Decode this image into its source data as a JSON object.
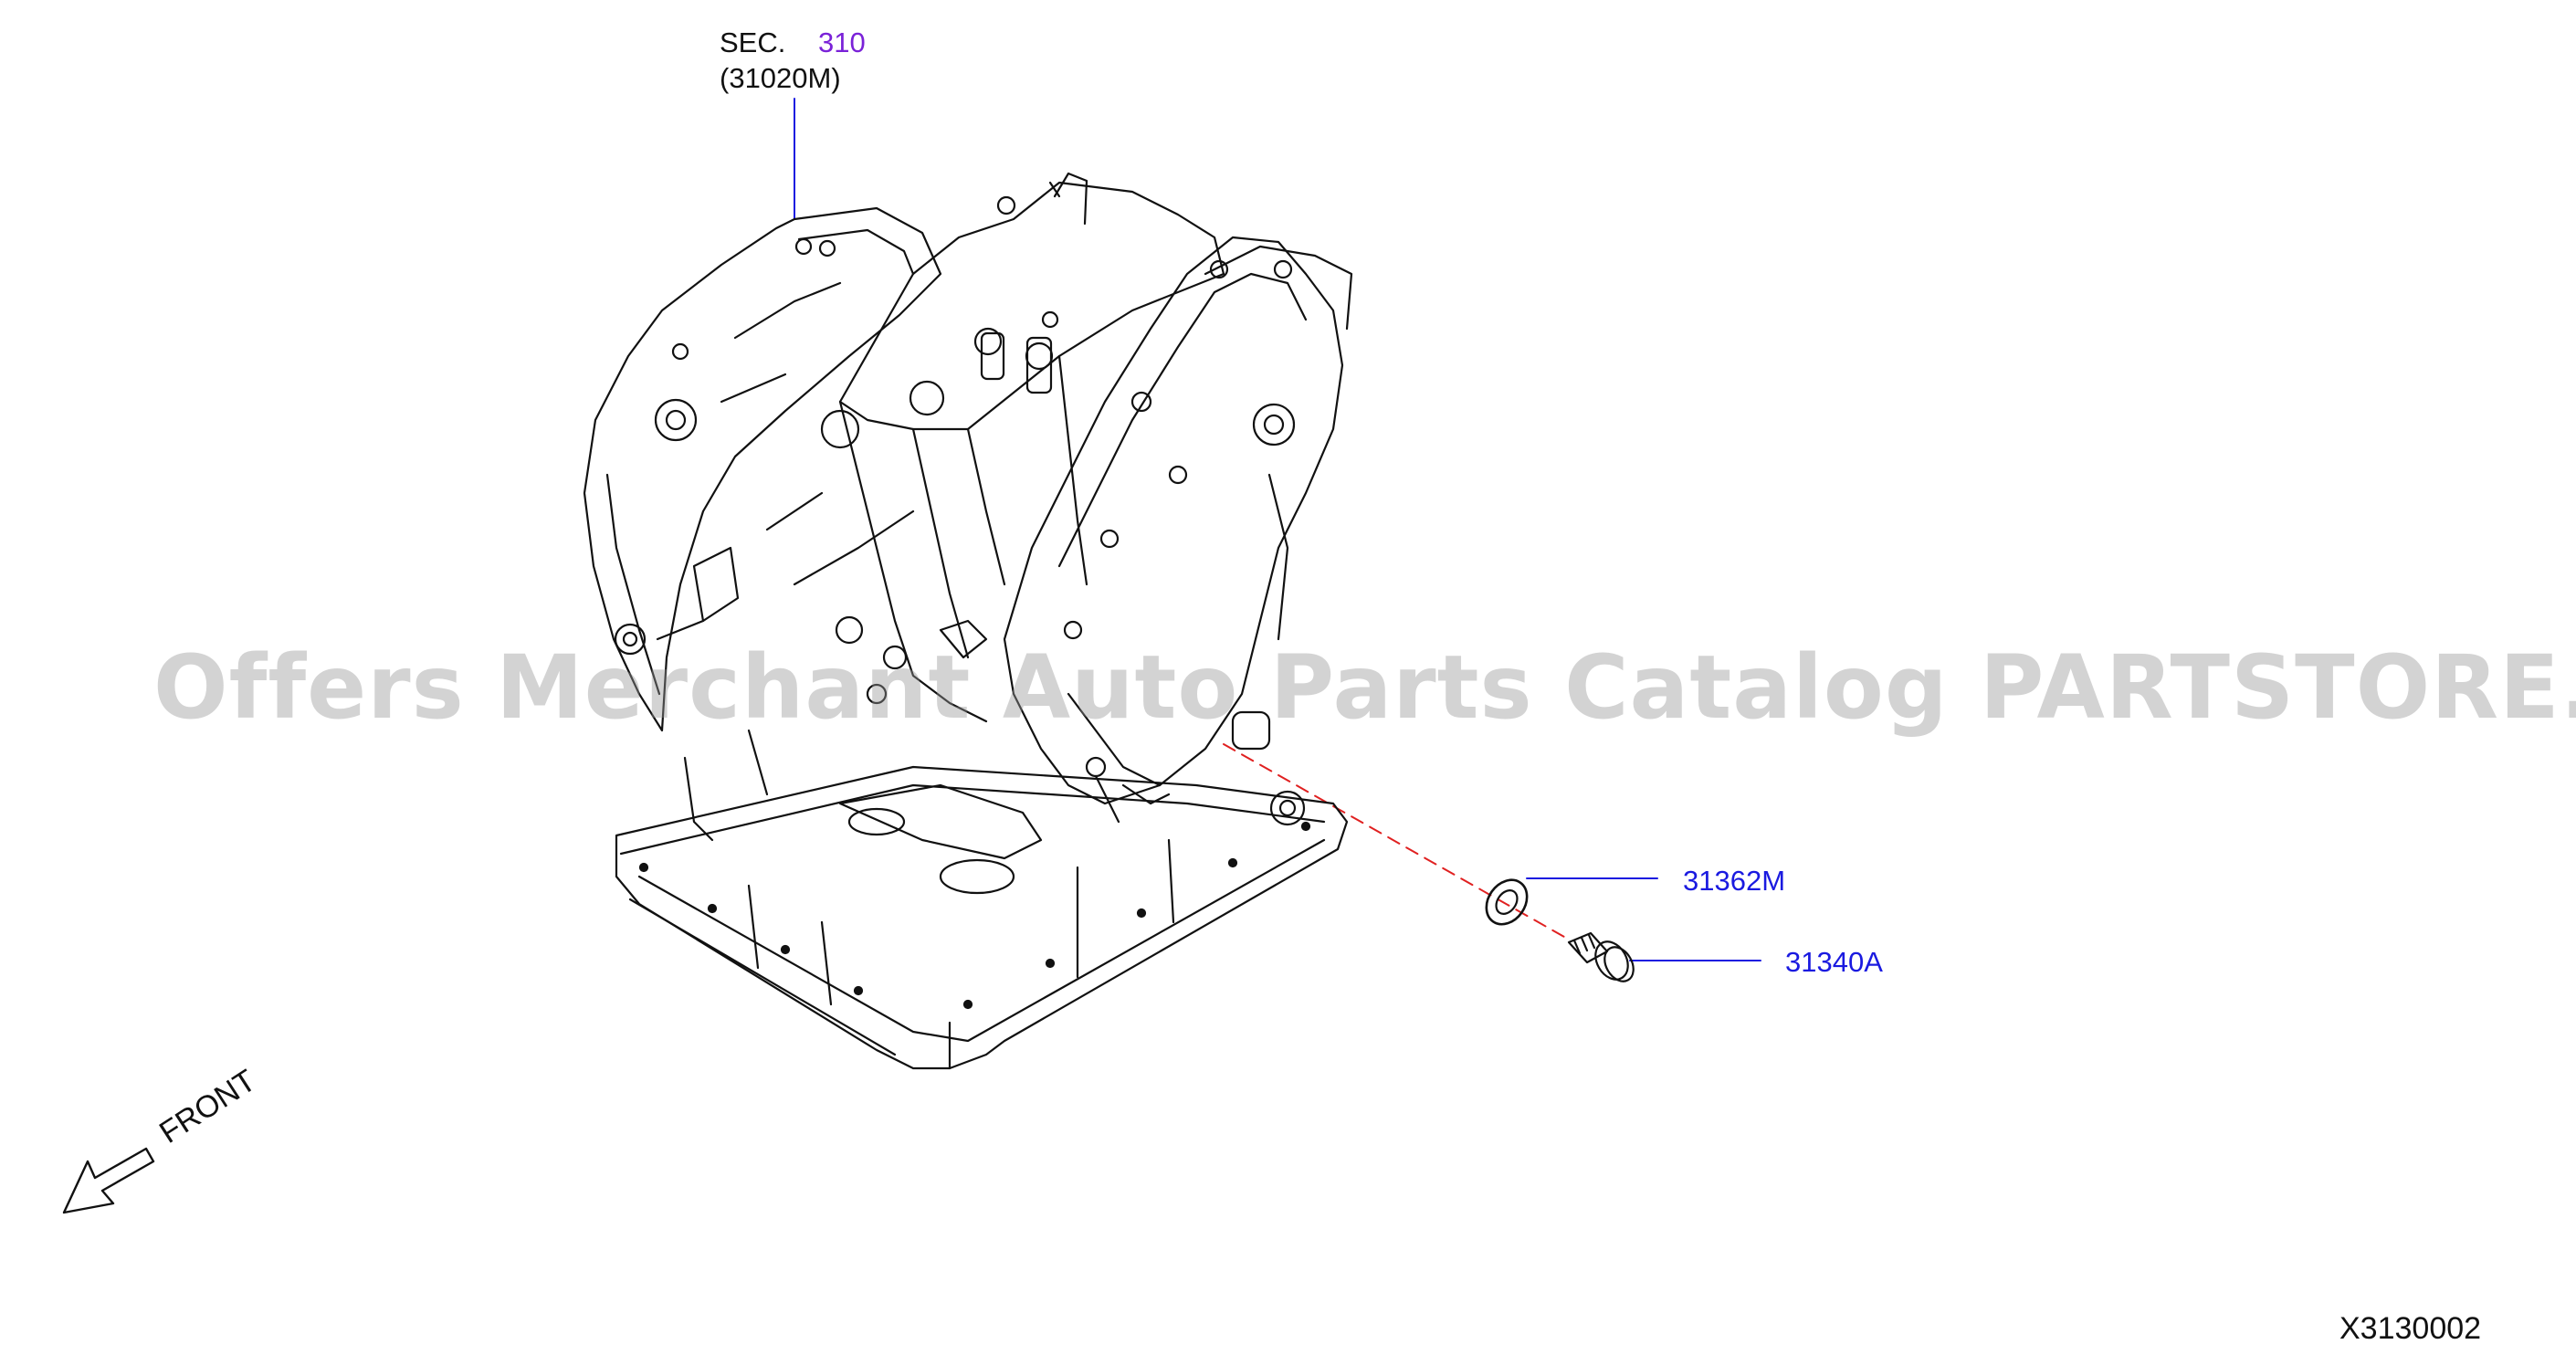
{
  "callouts": {
    "sec_prefix": "SEC.",
    "sec_number": "310",
    "sec_part": "(31020M)",
    "part_washer": "31362M",
    "part_plug": "31340A"
  },
  "direction_label": "FRONT",
  "diagram_code": "X3130002",
  "watermark": "Offers Merchant Auto Parts Catalog PARTSTORE.SA",
  "colors": {
    "line": "#111111",
    "callout_blue": "#1a1ae0",
    "section_purple": "#7a22d8",
    "dash_red": "#e02020",
    "watermark": "#969696"
  }
}
